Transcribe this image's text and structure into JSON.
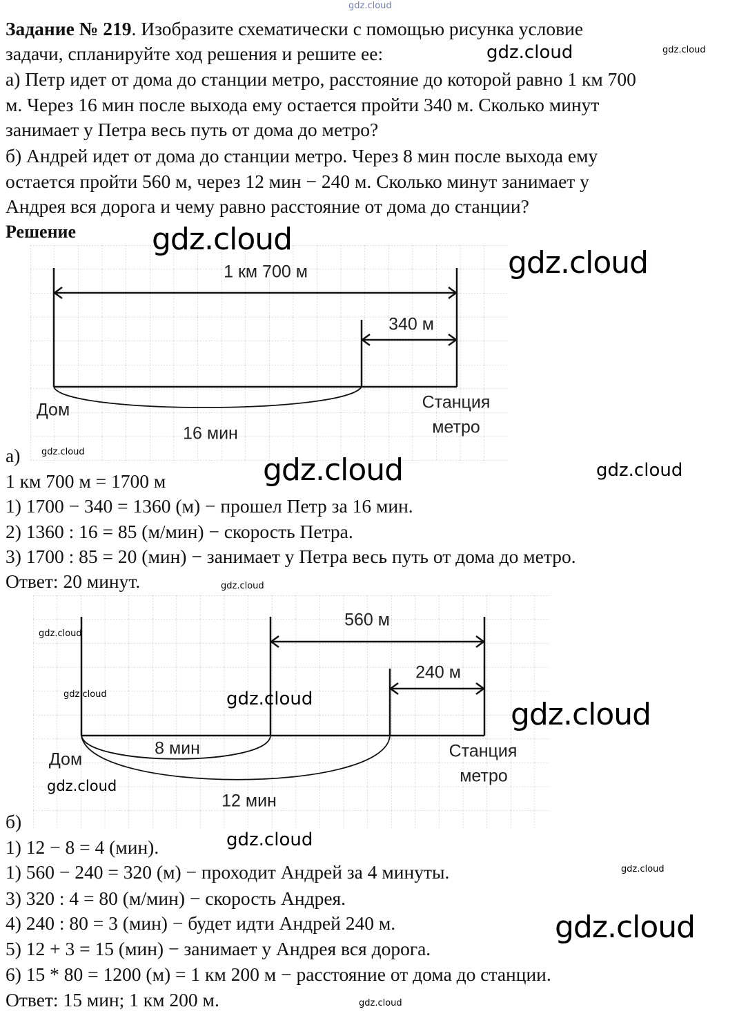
{
  "task": {
    "title_bold": "Задание № 219",
    "title_rest": ". Изобразите схематически с помощью рисунка условие",
    "lines": [
      "задачи, спланируйте ход решения и решите ее:",
      "а) Петр идет от дома до станции метро, расстояние до которой равно 1 км 700",
      "м. Через 16 мин после выхода ему остается пройти 340 м. Сколько минут",
      "занимает у Петра весь путь от дома до метро?",
      "б) Андрей идет от дома до станции метро. Через 8 мин после выхода ему",
      "остается пройти 560 м, через 12 мин − 240 м. Сколько минут занимает у",
      "Андрея вся дорога и чему равно расстояние от дома до станции?"
    ]
  },
  "solution_heading": "Решение",
  "diagram_a": {
    "total": "1 км 700 м",
    "remaining": "340 м",
    "home": "Дом",
    "time": "16 мин",
    "station_1": "Станция",
    "station_2": "метро"
  },
  "part_a": {
    "label": "а)",
    "lines": [
      "1 км 700 м = 1700 м",
      "1) 1700 − 340 = 1360 (м) − прошел Петр за 16 мин.",
      "2) 1360 : 16 = 85 (м/мин) − скорость Петра.",
      "3) 1700 : 85 = 20 (мин) − занимает у Петра весь путь от дома до метро.",
      "Ответ: 20 минут."
    ]
  },
  "diagram_b": {
    "d1": "560 м",
    "d2": "240 м",
    "t1": "8 мин",
    "t2": "12 мин",
    "home": "Дом",
    "station_1": "Станция",
    "station_2": "метро"
  },
  "part_b": {
    "label": "б)",
    "lines": [
      "1) 12 − 8 = 4 (мин).",
      "1) 560 − 240 = 320 (м) − проходит Андрей за 4 минуты.",
      "3) 320 : 4 = 80 (м/мин) − скорость Андрея.",
      "4) 240 : 80 = 3 (мин) − будет идти Андрей 240 м.",
      "5) 12 + 3 = 15 (мин) − занимает у Андрея вся дорога.",
      "6) 15 * 80 = 1200 (м) = 1 км 200 м − расстояние от дома до станции.",
      "Ответ: 15 мин; 1 км 200 м."
    ]
  },
  "watermark": "gdz.cloud"
}
